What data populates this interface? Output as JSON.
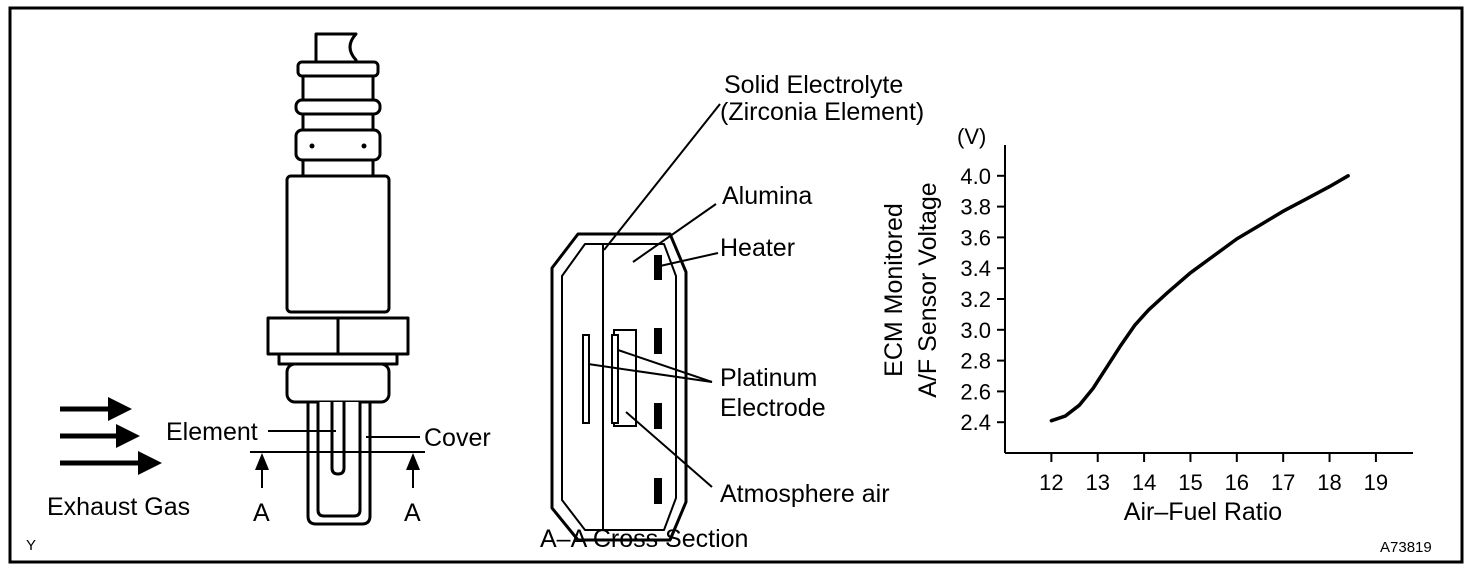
{
  "sensor_section": {
    "exhaust_label": "Exhaust Gas",
    "element_label": "Element",
    "cover_label": "Cover",
    "section_mark_left": "A",
    "section_mark_right": "A",
    "corner_mark": "Y"
  },
  "cross_section": {
    "title": "A–A Cross Section",
    "solid_electrolyte_label": "Solid Electrolyte",
    "zirconia_label": "(Zirconia Element)",
    "alumina_label": "Alumina",
    "heater_label": "Heater",
    "platinum_label": "Platinum",
    "electrode_label": "Electrode",
    "atmosphere_label": "Atmosphere air"
  },
  "figure_code": "A73819",
  "chart_data": {
    "type": "line",
    "title": "",
    "xlabel": "Air–Fuel Ratio",
    "ylabel_line1": "ECM Monitored",
    "ylabel_line2": "A/F Sensor Voltage",
    "yunit": "(V)",
    "xlim": [
      11,
      19.8
    ],
    "ylim": [
      2.2,
      4.2
    ],
    "x_ticks": [
      12,
      13,
      14,
      15,
      16,
      17,
      18,
      19
    ],
    "y_ticks": [
      2.4,
      2.6,
      2.8,
      3.0,
      3.2,
      3.4,
      3.6,
      3.8,
      4.0
    ],
    "x_tick_labels": [
      "12",
      "13",
      "14",
      "15",
      "16",
      "17",
      "18",
      "19"
    ],
    "y_tick_labels": [
      "2.4",
      "2.6",
      "2.8",
      "3.0",
      "3.2",
      "3.4",
      "3.6",
      "3.8",
      "4.0"
    ],
    "grid": false,
    "series": [
      {
        "x": [
          12.0,
          12.3,
          12.6,
          12.9,
          13.2,
          13.5,
          13.8,
          14.1,
          14.5,
          15.0,
          15.5,
          16.0,
          16.5,
          17.0,
          17.5,
          18.0,
          18.4
        ],
        "values": [
          2.41,
          2.44,
          2.51,
          2.62,
          2.76,
          2.9,
          3.03,
          3.13,
          3.24,
          3.37,
          3.48,
          3.59,
          3.68,
          3.77,
          3.85,
          3.93,
          4.0
        ]
      }
    ]
  }
}
